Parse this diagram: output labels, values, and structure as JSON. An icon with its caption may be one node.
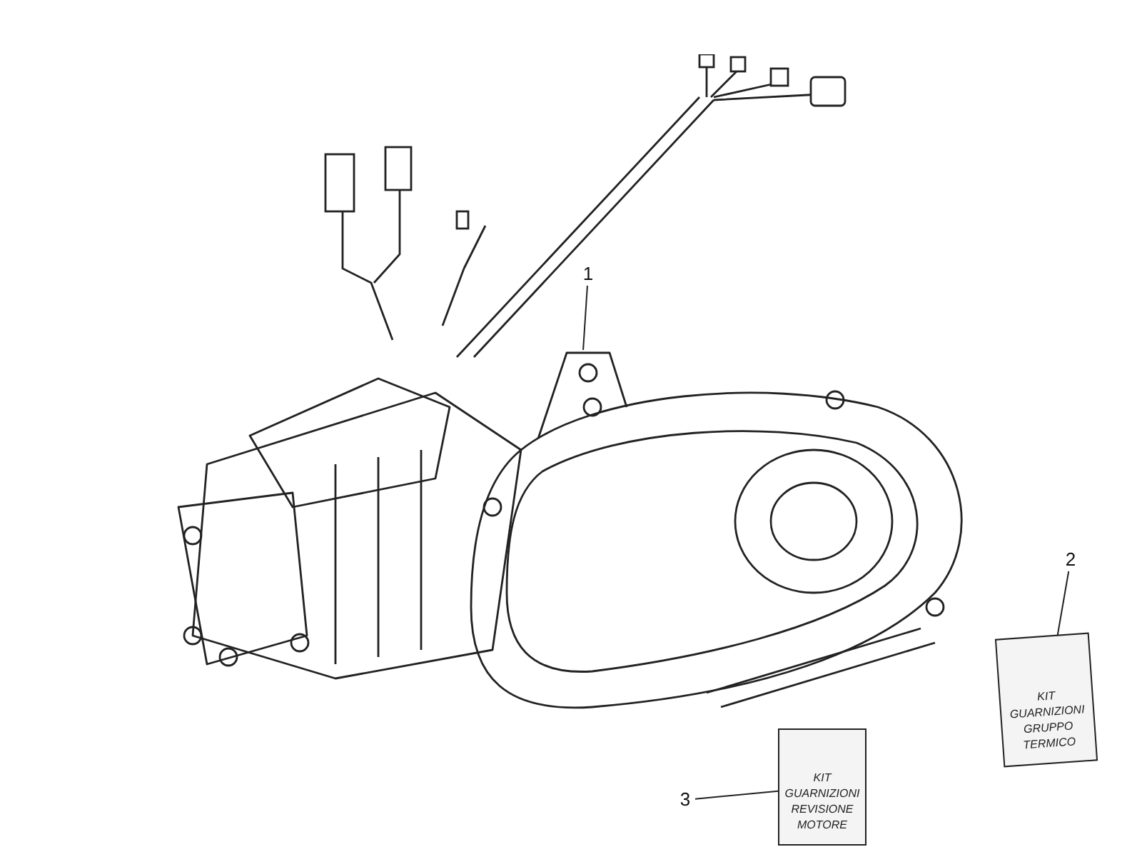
{
  "diagram": {
    "nodes": [
      {
        "text": [
          "1"
        ]
      },
      {
        "text": [],
        "shape": "picture"
      },
      {
        "text": [
          "2"
        ]
      },
      {
        "text": [
          "KIT GUARNIZIONI GRUPPO TERMICO"
        ]
      },
      {
        "text": [
          "3"
        ]
      },
      {
        "text": [
          "KIT GUARNIZIONI REVISIONE MOTORE"
        ]
      }
    ],
    "edges": [
      {
        "from": 0,
        "to": 1,
        "arrow": "none"
      },
      {
        "from": 2,
        "to": 3,
        "arrow": "none"
      },
      {
        "from": 4,
        "to": 5,
        "arrow": "none"
      }
    ]
  }
}
